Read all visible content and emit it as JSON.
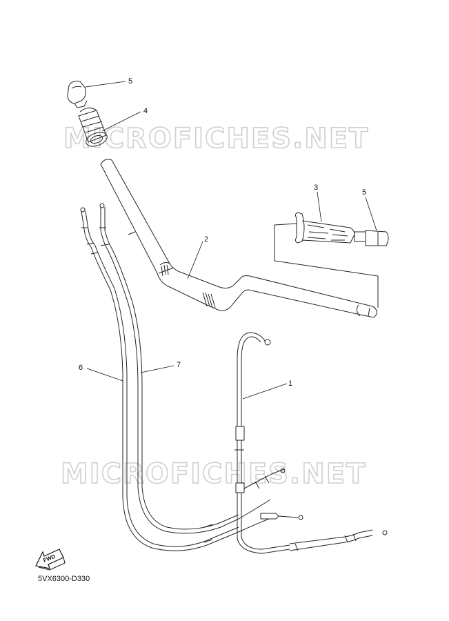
{
  "watermark": {
    "text": "MICROFICHES.NET"
  },
  "callouts": [
    "5",
    "4",
    "3",
    "5",
    "2",
    "1",
    "6",
    "7"
  ],
  "fwd_label": "FWD",
  "diagram_code": "5VX6300-D330",
  "parts": [
    {
      "ref": "1",
      "name": "throttle-cable"
    },
    {
      "ref": "2",
      "name": "handlebar"
    },
    {
      "ref": "3",
      "name": "grip"
    },
    {
      "ref": "4",
      "name": "throttle-grip-assembly"
    },
    {
      "ref": "5",
      "name": "bar-end-weight"
    },
    {
      "ref": "6",
      "name": "control-cable-left"
    },
    {
      "ref": "7",
      "name": "control-cable-right"
    }
  ]
}
